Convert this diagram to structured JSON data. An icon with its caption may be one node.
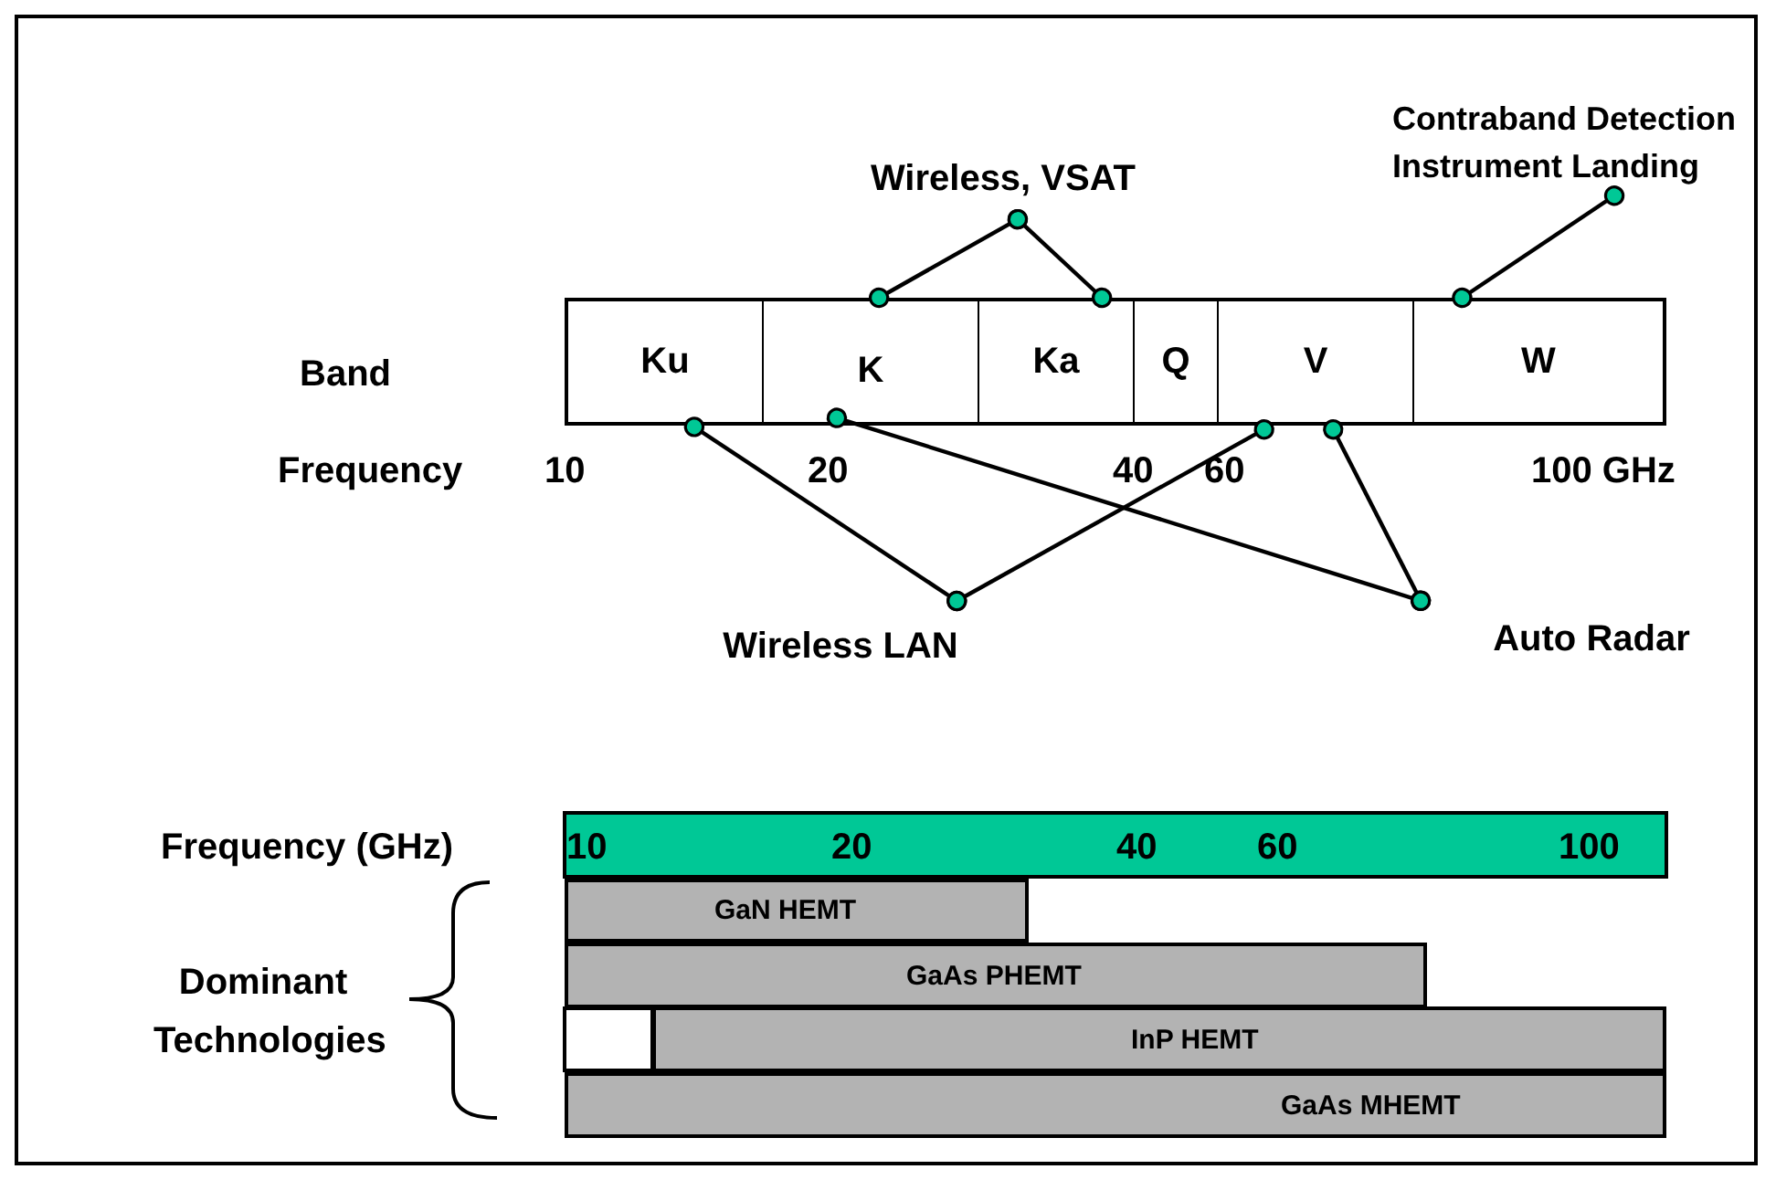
{
  "diagram": {
    "nodes": [
      {
        "text": [
          "Contraband Detection Instrument Landing"
        ]
      },
      {
        "text": [
          "Wireless, VSAT"
        ]
      },
      {
        "text": [
          "Ku"
        ]
      },
      {
        "text": [
          "K"
        ]
      },
      {
        "text": [
          "Ka"
        ]
      },
      {
        "text": [
          "Q"
        ]
      },
      {
        "text": [
          "V"
        ]
      },
      {
        "text": [
          "W"
        ]
      },
      {
        "text": [
          "Wireless LAN"
        ]
      },
      {
        "text": [
          "Auto Radar"
        ]
      },
      {
        "text": [
          "GaN HEMT"
        ]
      },
      {
        "text": [
          "GaAs PHEMT"
        ]
      },
      {
        "text": [
          "InP HEMT"
        ]
      },
      {
        "text": [
          "GaAs MHEMT"
        ]
      }
    ],
    "edges": [
      {
        "from": 1,
        "to": 3,
        "arrow": "other"
      },
      {
        "from": 1,
        "to": 4,
        "arrow": "other"
      },
      {
        "from": 0,
        "to": 7,
        "arrow": "other"
      },
      {
        "from": 8,
        "to": 2,
        "arrow": "other"
      },
      {
        "from": 8,
        "to": 6,
        "arrow": "other"
      },
      {
        "from": 9,
        "to": 3,
        "arrow": "other"
      },
      {
        "from": 9,
        "to": 6,
        "arrow": "other"
      }
    ],
    "labels": [
      "Band",
      "Frequency",
      "10",
      "20",
      "40",
      "60",
      "100 GHz",
      "Frequency (GHz)",
      "10",
      "20",
      "40",
      "60",
      "100",
      "Dominant Technologies"
    ]
  }
}
